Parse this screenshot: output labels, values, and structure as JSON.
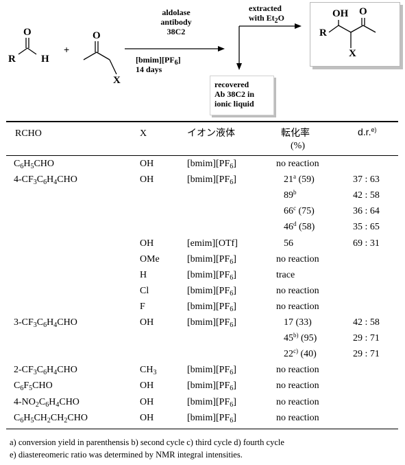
{
  "scheme": {
    "reagent_lines": [
      "aldolase",
      "antibody",
      "38C2"
    ],
    "conditions_lines": [
      "[bmim][PF",
      "]",
      "14 days"
    ],
    "conditions_sub": "6",
    "extract_lines": [
      "extracted",
      "with Et",
      "O"
    ],
    "extract_sub": "2",
    "recovered_lines": [
      "recovered",
      "Ab 38C2 in",
      "ionic liquid"
    ],
    "atoms": {
      "r": "R",
      "h": "H",
      "o": "O",
      "x": "X",
      "oh": "OH",
      "plus": "+"
    }
  },
  "table": {
    "headers": {
      "rcho": "RCHO",
      "x": "X",
      "ionic": "イオン液体",
      "conv": "転化率",
      "conv_unit": "(%)",
      "dr": "d.r.",
      "dr_note": "e)"
    },
    "rows": [
      {
        "rcho": [
          "C",
          "6",
          "H",
          "5",
          "CHO"
        ],
        "x": "OH",
        "il": [
          "[bmim][PF",
          "6",
          "]"
        ],
        "conv": "no reaction",
        "conv_note": "",
        "conv_paren": "",
        "dr": ""
      },
      {
        "rcho": [
          "4-CF",
          "3",
          "C",
          "6",
          "H",
          "4",
          "CHO"
        ],
        "x": "OH",
        "il": [
          "[bmim][PF",
          "6",
          "]"
        ],
        "conv": "21",
        "conv_note": "a",
        "conv_paren": "(59)",
        "dr": "37 : 63"
      },
      {
        "rcho": [],
        "x": "",
        "il": [],
        "conv": "89",
        "conv_note": "b",
        "conv_paren": "",
        "dr": "42 : 58"
      },
      {
        "rcho": [],
        "x": "",
        "il": [],
        "conv": "66",
        "conv_note": "c",
        "conv_paren": "(75)",
        "dr": "36 : 64"
      },
      {
        "rcho": [],
        "x": "",
        "il": [],
        "conv": "46",
        "conv_note": "d",
        "conv_paren": "(58)",
        "dr": "35 : 65"
      },
      {
        "rcho": [],
        "x": "OH",
        "il": [
          "[emim][OTf]"
        ],
        "conv": "56",
        "conv_note": "",
        "conv_paren": "",
        "dr": "69 : 31"
      },
      {
        "rcho": [],
        "x": "OMe",
        "il": [
          "[bmim][PF",
          "6",
          "]"
        ],
        "conv": "no reaction",
        "conv_note": "",
        "conv_paren": "",
        "dr": ""
      },
      {
        "rcho": [],
        "x": "H",
        "il": [
          "[bmim][PF",
          "6",
          "]"
        ],
        "conv": "trace",
        "conv_note": "",
        "conv_paren": "",
        "dr": ""
      },
      {
        "rcho": [],
        "x": "Cl",
        "il": [
          "[bmim][PF",
          "6",
          "]"
        ],
        "conv": "no reaction",
        "conv_note": "",
        "conv_paren": "",
        "dr": ""
      },
      {
        "rcho": [],
        "x": "F",
        "il": [
          "[bmim][PF",
          "6",
          "]"
        ],
        "conv": "no reaction",
        "conv_note": "",
        "conv_paren": "",
        "dr": ""
      },
      {
        "rcho": [
          "3-CF",
          "3",
          "C",
          "6",
          "H",
          "4",
          "CHO"
        ],
        "x": "OH",
        "il": [
          "[bmim][PF",
          "6",
          "]"
        ],
        "conv": "17",
        "conv_note": "",
        "conv_paren": "(33)",
        "dr": "42 : 58"
      },
      {
        "rcho": [],
        "x": "",
        "il": [],
        "conv": "45",
        "conv_note": "b)",
        "conv_paren": "(95)",
        "dr": "29 : 71"
      },
      {
        "rcho": [],
        "x": "",
        "il": [],
        "conv": "22",
        "conv_note": "c)",
        "conv_paren": "(40)",
        "dr": "29 : 71"
      },
      {
        "rcho": [
          "2-CF",
          "3",
          "C",
          "6",
          "H",
          "4",
          "CHO"
        ],
        "x": "CH3",
        "il": [
          "[bmim][PF",
          "6",
          "]"
        ],
        "conv": "no reaction",
        "conv_note": "",
        "conv_paren": "",
        "dr": ""
      },
      {
        "rcho": [
          "C",
          "6",
          "F",
          "5",
          "CHO"
        ],
        "x": "OH",
        "il": [
          "[bmim][PF",
          "6",
          "]"
        ],
        "conv": "no reaction",
        "conv_note": "",
        "conv_paren": "",
        "dr": ""
      },
      {
        "rcho": [
          "4-NO",
          "2",
          "C",
          "6",
          "H",
          "4",
          "CHO"
        ],
        "x": "OH",
        "il": [
          "[bmim][PF",
          "6",
          "]"
        ],
        "conv": "no reaction",
        "conv_note": "",
        "conv_paren": "",
        "dr": ""
      },
      {
        "rcho": [
          "C",
          "6",
          "H",
          "5",
          "CH",
          "2",
          "CH",
          "2",
          "CHO"
        ],
        "x": "OH",
        "il": [
          "[bmim][PF",
          "6",
          "]"
        ],
        "conv": "no reaction",
        "conv_note": "",
        "conv_paren": "",
        "dr": ""
      }
    ]
  },
  "footnotes": [
    "a) conversion yield in parenthensis  b) second cycle  c) third cycle  d) fourth cycle",
    "e) diastereomeric ratio was determined by NMR integral intensities."
  ]
}
